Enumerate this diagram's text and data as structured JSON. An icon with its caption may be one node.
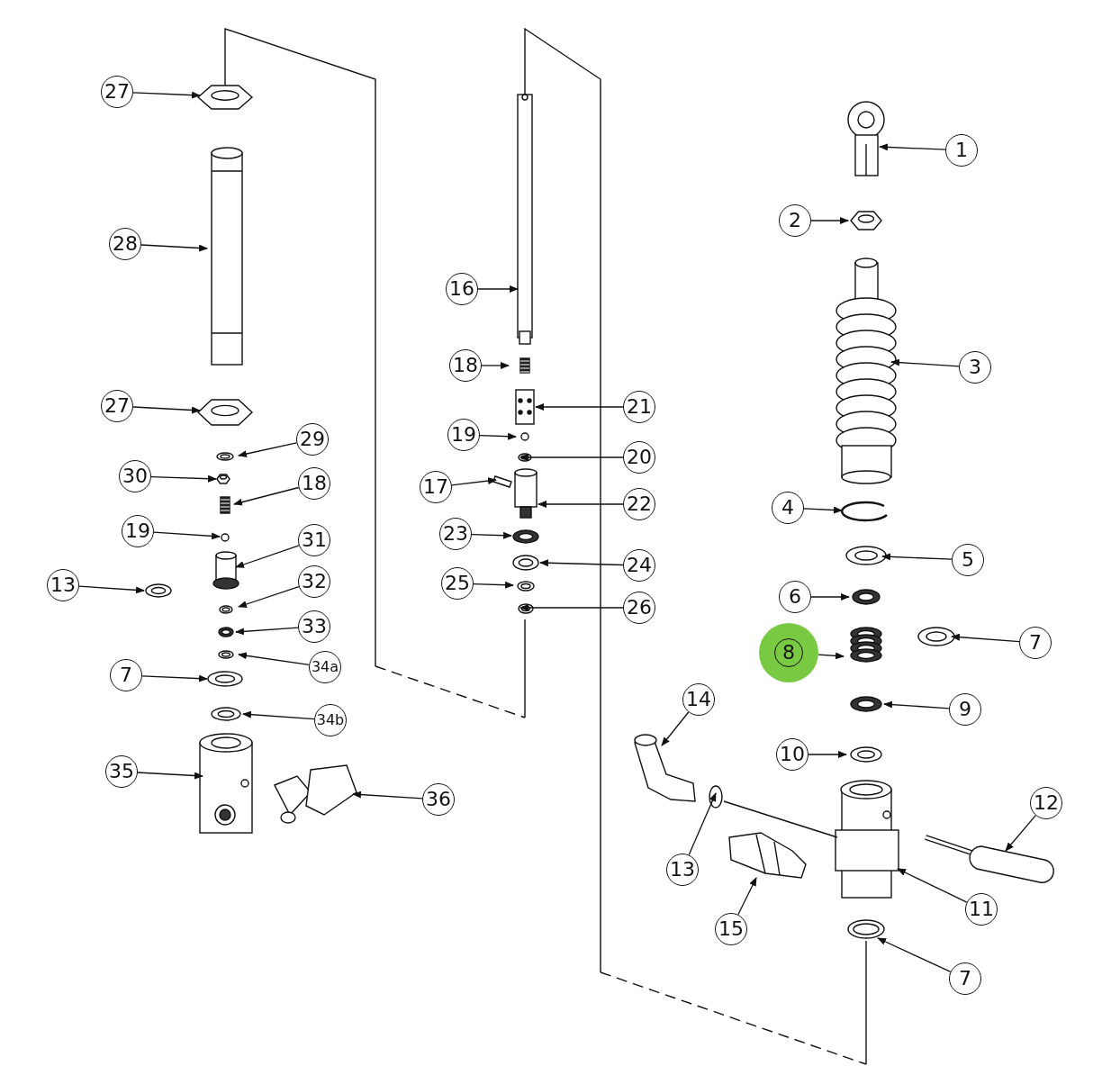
{
  "diagram": {
    "nodes": [
      {
        "text": [
          "27"
        ]
      },
      {
        "text": [
          "28"
        ]
      },
      {
        "text": [
          "27"
        ]
      },
      {
        "text": [
          "29"
        ]
      },
      {
        "text": [
          "30"
        ]
      },
      {
        "text": [
          "18"
        ]
      },
      {
        "text": [
          "19"
        ]
      },
      {
        "text": [
          "31"
        ]
      },
      {
        "text": [
          "13"
        ]
      },
      {
        "text": [
          "32"
        ]
      },
      {
        "text": [
          "33"
        ]
      },
      {
        "text": [
          "34a"
        ]
      },
      {
        "text": [
          "7"
        ]
      },
      {
        "text": [
          "34b"
        ]
      },
      {
        "text": [
          "35"
        ]
      },
      {
        "text": [
          "36"
        ]
      },
      {
        "text": [
          "16"
        ]
      },
      {
        "text": [
          "18"
        ]
      },
      {
        "text": [
          "21"
        ]
      },
      {
        "text": [
          "19"
        ]
      },
      {
        "text": [
          "20"
        ]
      },
      {
        "text": [
          "17"
        ]
      },
      {
        "text": [
          "22"
        ]
      },
      {
        "text": [
          "23"
        ]
      },
      {
        "text": [
          "24"
        ]
      },
      {
        "text": [
          "25"
        ]
      },
      {
        "text": [
          "26"
        ]
      },
      {
        "text": [
          "1"
        ]
      },
      {
        "text": [
          "2"
        ]
      },
      {
        "text": [
          "3"
        ]
      },
      {
        "text": [
          "4"
        ]
      },
      {
        "text": [
          "5"
        ]
      },
      {
        "text": [
          "6"
        ]
      },
      {
        "text": [
          "7"
        ]
      },
      {
        "text": [
          "8"
        ]
      },
      {
        "text": [
          "9"
        ]
      },
      {
        "text": [
          "10"
        ]
      },
      {
        "text": [
          "14"
        ]
      },
      {
        "text": [
          "12"
        ]
      },
      {
        "text": [
          "13"
        ]
      },
      {
        "text": [
          "11"
        ]
      },
      {
        "text": [
          "15"
        ]
      },
      {
        "text": [
          "7"
        ]
      }
    ],
    "edges": [
      {
        "from": 0,
        "to": null,
        "arrow": "to"
      },
      {
        "from": 1,
        "to": null,
        "arrow": "to"
      },
      {
        "from": 2,
        "to": null,
        "arrow": "to"
      },
      {
        "from": 3,
        "to": null,
        "arrow": "to"
      },
      {
        "from": 4,
        "to": null,
        "arrow": "to"
      },
      {
        "from": 5,
        "to": null,
        "arrow": "to"
      },
      {
        "from": 6,
        "to": null,
        "arrow": "to"
      },
      {
        "from": 7,
        "to": null,
        "arrow": "to"
      },
      {
        "from": 8,
        "to": null,
        "arrow": "to"
      },
      {
        "from": 9,
        "to": null,
        "arrow": "to"
      },
      {
        "from": 10,
        "to": null,
        "arrow": "to"
      },
      {
        "from": 11,
        "to": null,
        "arrow": "to"
      },
      {
        "from": 12,
        "to": null,
        "arrow": "to"
      },
      {
        "from": 13,
        "to": null,
        "arrow": "to"
      },
      {
        "from": 14,
        "to": null,
        "arrow": "to"
      },
      {
        "from": 15,
        "to": null,
        "arrow": "to"
      },
      {
        "from": 16,
        "to": null,
        "arrow": "to"
      },
      {
        "from": 17,
        "to": null,
        "arrow": "to"
      },
      {
        "from": 18,
        "to": null,
        "arrow": "to"
      },
      {
        "from": 19,
        "to": null,
        "arrow": "to"
      },
      {
        "from": 20,
        "to": null,
        "arrow": "to"
      },
      {
        "from": 21,
        "to": null,
        "arrow": "to"
      },
      {
        "from": 22,
        "to": null,
        "arrow": "to"
      },
      {
        "from": 23,
        "to": null,
        "arrow": "to"
      },
      {
        "from": 24,
        "to": null,
        "arrow": "to"
      },
      {
        "from": 25,
        "to": null,
        "arrow": "to"
      },
      {
        "from": 26,
        "to": null,
        "arrow": "to"
      },
      {
        "from": 27,
        "to": null,
        "arrow": "to"
      },
      {
        "from": 28,
        "to": null,
        "arrow": "to"
      },
      {
        "from": 29,
        "to": null,
        "arrow": "to"
      },
      {
        "from": 30,
        "to": null,
        "arrow": "to"
      },
      {
        "from": 31,
        "to": null,
        "arrow": "to"
      },
      {
        "from": 32,
        "to": null,
        "arrow": "to"
      },
      {
        "from": 33,
        "to": null,
        "arrow": "to"
      },
      {
        "from": 34,
        "to": null,
        "arrow": "to"
      },
      {
        "from": 35,
        "to": null,
        "arrow": "to"
      },
      {
        "from": 36,
        "to": null,
        "arrow": "to"
      },
      {
        "from": 37,
        "to": null,
        "arrow": "to"
      },
      {
        "from": 38,
        "to": null,
        "arrow": "to"
      },
      {
        "from": 39,
        "to": null,
        "arrow": "to"
      },
      {
        "from": 40,
        "to": null,
        "arrow": "to"
      },
      {
        "from": 41,
        "to": null,
        "arrow": "to"
      },
      {
        "from": 42,
        "to": null,
        "arrow": "to"
      }
    ]
  }
}
